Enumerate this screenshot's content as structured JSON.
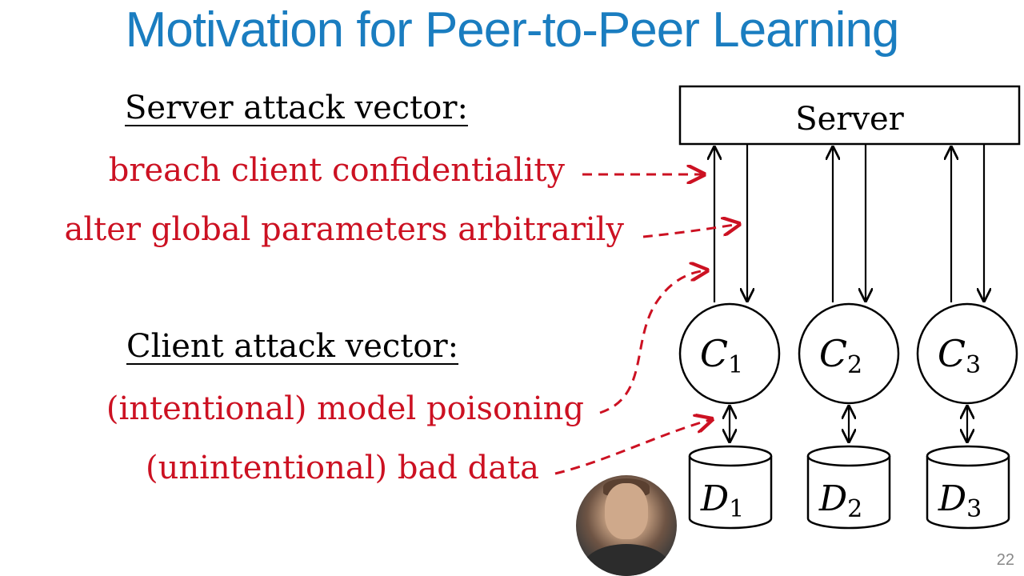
{
  "slide": {
    "title": "Motivation for Peer-to-Peer Learning",
    "page_number": "22"
  },
  "server_attack": {
    "heading": "Server attack vector:",
    "items": [
      "breach client confidentiality",
      "alter global parameters arbitrarily"
    ]
  },
  "client_attack": {
    "heading": "Client attack vector:",
    "items": [
      "(intentional) model poisoning",
      "(unintentional) bad data"
    ]
  },
  "diagram": {
    "server_label": "Server",
    "clients": [
      {
        "letter": "C",
        "index": "1"
      },
      {
        "letter": "C",
        "index": "2"
      },
      {
        "letter": "C",
        "index": "3"
      }
    ],
    "datasets": [
      {
        "letter": "D",
        "index": "1"
      },
      {
        "letter": "D",
        "index": "2"
      },
      {
        "letter": "D",
        "index": "3"
      }
    ]
  },
  "colors": {
    "title": "#1a7dc0",
    "attack_text": "#cc1122",
    "diagram_line": "#000000"
  }
}
